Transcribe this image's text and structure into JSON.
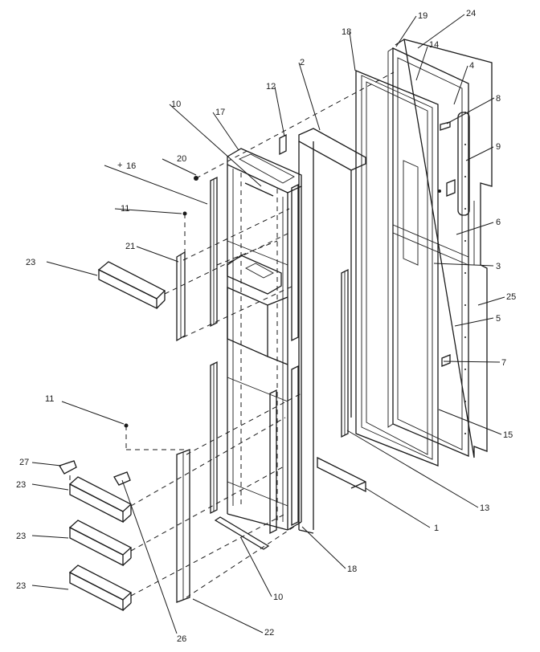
{
  "diagram": {
    "callouts": [
      "19",
      "24",
      "18",
      "14",
      "4",
      "2",
      "8",
      "12",
      "10",
      "17",
      "9",
      "20",
      "16",
      "11",
      "6",
      "21",
      "3",
      "23",
      "25",
      "5",
      "7",
      "11",
      "27",
      "23",
      "15",
      "23",
      "13",
      "1",
      "23",
      "18",
      "10",
      "26",
      "22"
    ],
    "tick_mark": "+"
  }
}
